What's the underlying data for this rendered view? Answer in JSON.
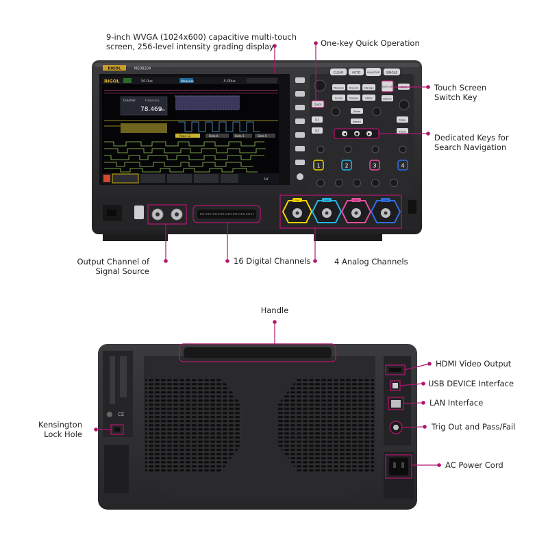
{
  "front_view": {
    "callouts": {
      "screen": [
        "9-inch WVGA (1024x600) capacitive multi-touch",
        "screen, 256-level intensity grading display"
      ],
      "quick_operation": "One-key Quick Operation",
      "touch_switch": [
        "Touch Screen",
        "Switch Key"
      ],
      "search_navigation": [
        "Dedicated Keys for",
        "Search Navigation"
      ],
      "signal_source": [
        "Output Channel of",
        "Signal Source"
      ],
      "digital_channels": "16 Digital Channels",
      "analog_channels": "4 Analog Channels"
    },
    "panel": {
      "brand": "RIGOL",
      "model": "MSO8204",
      "top_keys": [
        "CLEAR",
        "AUTO",
        "RUN STOP",
        "SINGLE"
      ],
      "menu_keys": [
        "Measure",
        "Acquire",
        "Storage",
        "Cursor",
        "Display",
        "Utility"
      ],
      "side_keys": [
        "Touch Lock",
        "Menu",
        "Default",
        "Quick",
        "G1",
        "G2",
        "Mode",
        "Force",
        "Zoom",
        "Search"
      ],
      "channel_labels": [
        "1",
        "2",
        "3",
        "4"
      ],
      "bnc_labels": [
        "CH1",
        "CH2",
        "CH3",
        "CH4"
      ],
      "screen_text": {
        "counter_label": "Counter",
        "counter_value": "78.469",
        "counter_unit": "MHz",
        "frequency_label": "Frequency",
        "timebase": "50.0us",
        "measure": "Measure",
        "delay": "-5.00us",
        "status": "LV",
        "bus_labels": [
          "Read 12",
          "Data 8",
          "Data 3",
          "Data 6"
        ]
      }
    },
    "colors": {
      "callout_line": "#b0166e",
      "ch1": "#f5d300",
      "ch2": "#22b8e8",
      "ch3": "#e84c9f",
      "ch4": "#2d6ee0",
      "digital": "#9cd15a"
    }
  },
  "rear_view": {
    "callouts": {
      "handle": "Handle",
      "hdmi": "HDMI Video Output",
      "usb_device": "USB DEVICE Interface",
      "lan": "LAN Interface",
      "trig_out": "Trig Out and Pass/Fail",
      "ac_power": "AC Power Cord",
      "kensington": [
        "Kensington",
        "Lock Hole"
      ]
    }
  }
}
